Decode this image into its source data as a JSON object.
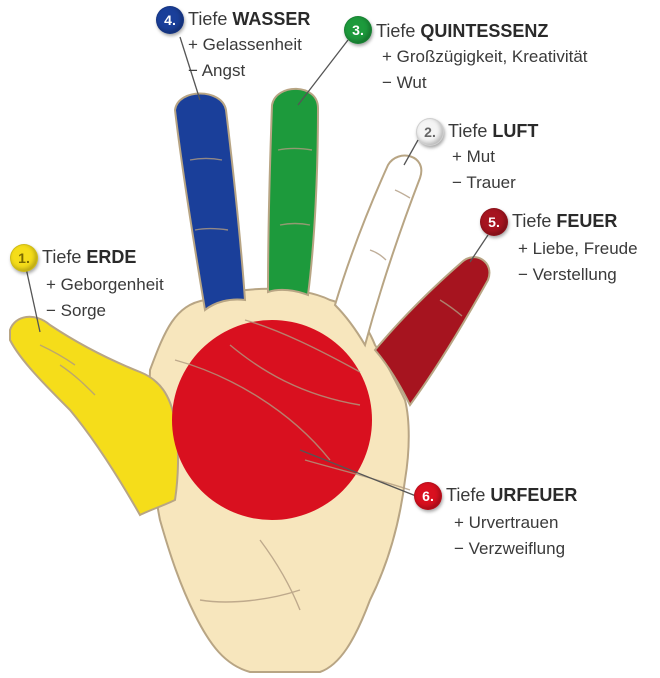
{
  "labels": [
    {
      "num": "1.",
      "prefix": "Tiefe",
      "name": "ERDE",
      "plus": "+ Geborgenheit",
      "minus": "− Sorge",
      "color": "#f5dd1a",
      "text_color": "#7a6a00"
    },
    {
      "num": "2.",
      "prefix": "Tiefe",
      "name": "LUFT",
      "plus": "+ Mut",
      "minus": "− Trauer",
      "color": "#f4f4f4",
      "text_color": "#666666"
    },
    {
      "num": "3.",
      "prefix": "Tiefe",
      "name": "QUINTESSENZ",
      "plus": "+ Großzügigkeit, Kreativität",
      "minus": "− Wut",
      "color": "#1d9a3c",
      "text_color": "#ffffff"
    },
    {
      "num": "4.",
      "prefix": "Tiefe",
      "name": "WASSER",
      "plus": "+ Gelassenheit",
      "minus": "− Angst",
      "color": "#1a3f9a",
      "text_color": "#ffffff"
    },
    {
      "num": "5.",
      "prefix": "Tiefe",
      "name": "FEUER",
      "plus": "+ Liebe, Freude",
      "minus": "− Verstellung",
      "color": "#a6141f",
      "text_color": "#ffffff"
    },
    {
      "num": "6.",
      "prefix": "Tiefe",
      "name": "URFEUER",
      "plus": "+ Urvertrauen",
      "minus": "− Verzweiflung",
      "color": "#d9101f",
      "text_color": "#ffffff"
    }
  ],
  "colors": {
    "palm": "#f7e6bd",
    "outline": "#b8a584",
    "thumb": "#f5dd1a",
    "index": "#1a3f9a",
    "middle": "#1d9a3c",
    "ring": "#ffffff",
    "little": "#a6141f",
    "center": "#d9101f"
  }
}
